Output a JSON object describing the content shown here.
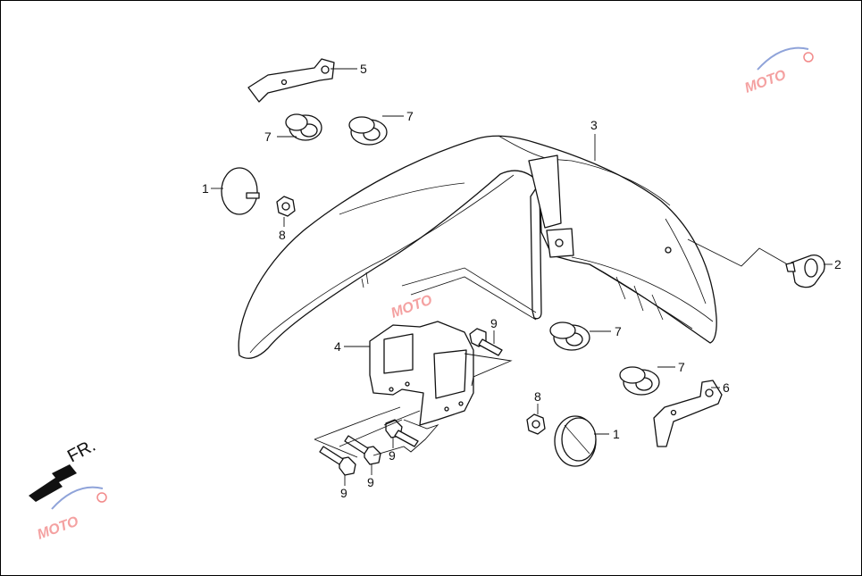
{
  "direction": {
    "text": "FR."
  },
  "watermark": {
    "text": "MOTO",
    "brand_color": "#f28a8a",
    "swoosh_color": "#8fa3d9"
  },
  "callouts": [
    {
      "id": "c1a",
      "label": "1"
    },
    {
      "id": "c1b",
      "label": "1"
    },
    {
      "id": "c2",
      "label": "2"
    },
    {
      "id": "c3",
      "label": "3"
    },
    {
      "id": "c4",
      "label": "4"
    },
    {
      "id": "c5",
      "label": "5"
    },
    {
      "id": "c6",
      "label": "6"
    },
    {
      "id": "c7a",
      "label": "7"
    },
    {
      "id": "c7b",
      "label": "7"
    },
    {
      "id": "c7c",
      "label": "7"
    },
    {
      "id": "c7d",
      "label": "7"
    },
    {
      "id": "c8a",
      "label": "8"
    },
    {
      "id": "c8b",
      "label": "8"
    },
    {
      "id": "c9a",
      "label": "9"
    },
    {
      "id": "c9b",
      "label": "9"
    },
    {
      "id": "c9c",
      "label": "9"
    },
    {
      "id": "c9d",
      "label": "9"
    }
  ]
}
